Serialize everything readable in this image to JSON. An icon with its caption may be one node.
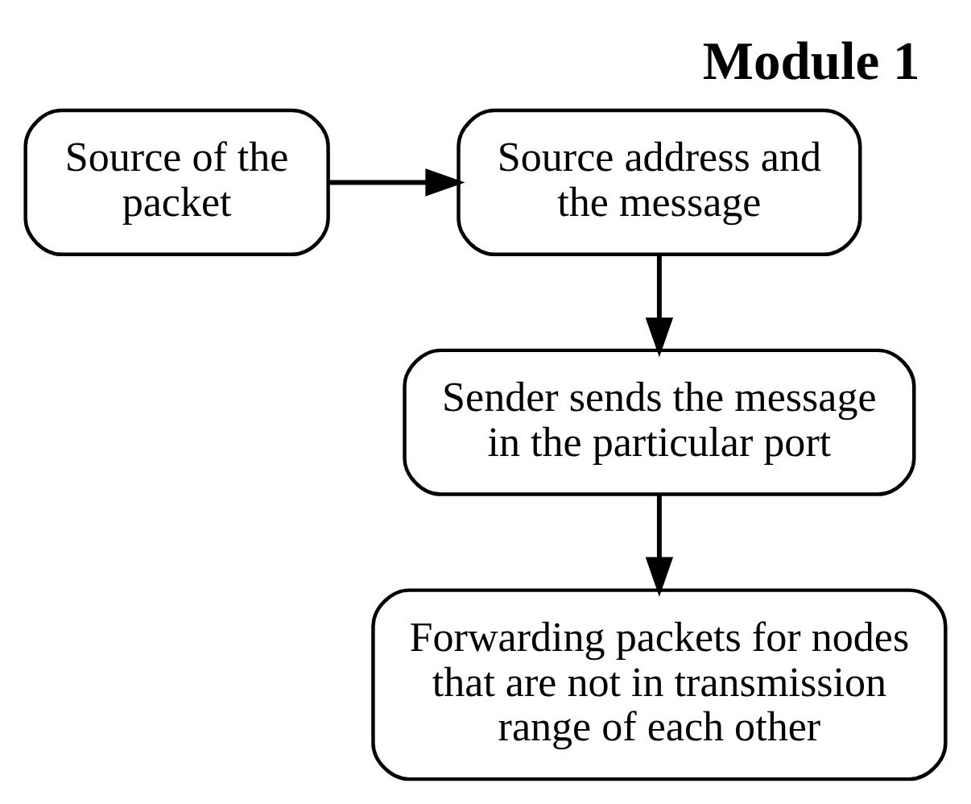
{
  "diagram": {
    "title": "Module 1",
    "nodes": [
      {
        "text": [
          "Source of the packet"
        ]
      },
      {
        "text": [
          "Source address and the message"
        ]
      },
      {
        "text": [
          "Sender sends the message in the particular port"
        ]
      },
      {
        "text": [
          "Forwarding packets for nodes that are not in transmission range of each other"
        ]
      }
    ],
    "edges": [
      {
        "from": 0,
        "to": 1,
        "arrow": "to"
      },
      {
        "from": 1,
        "to": 2,
        "arrow": "to"
      },
      {
        "from": 2,
        "to": 3,
        "arrow": "to"
      }
    ]
  }
}
